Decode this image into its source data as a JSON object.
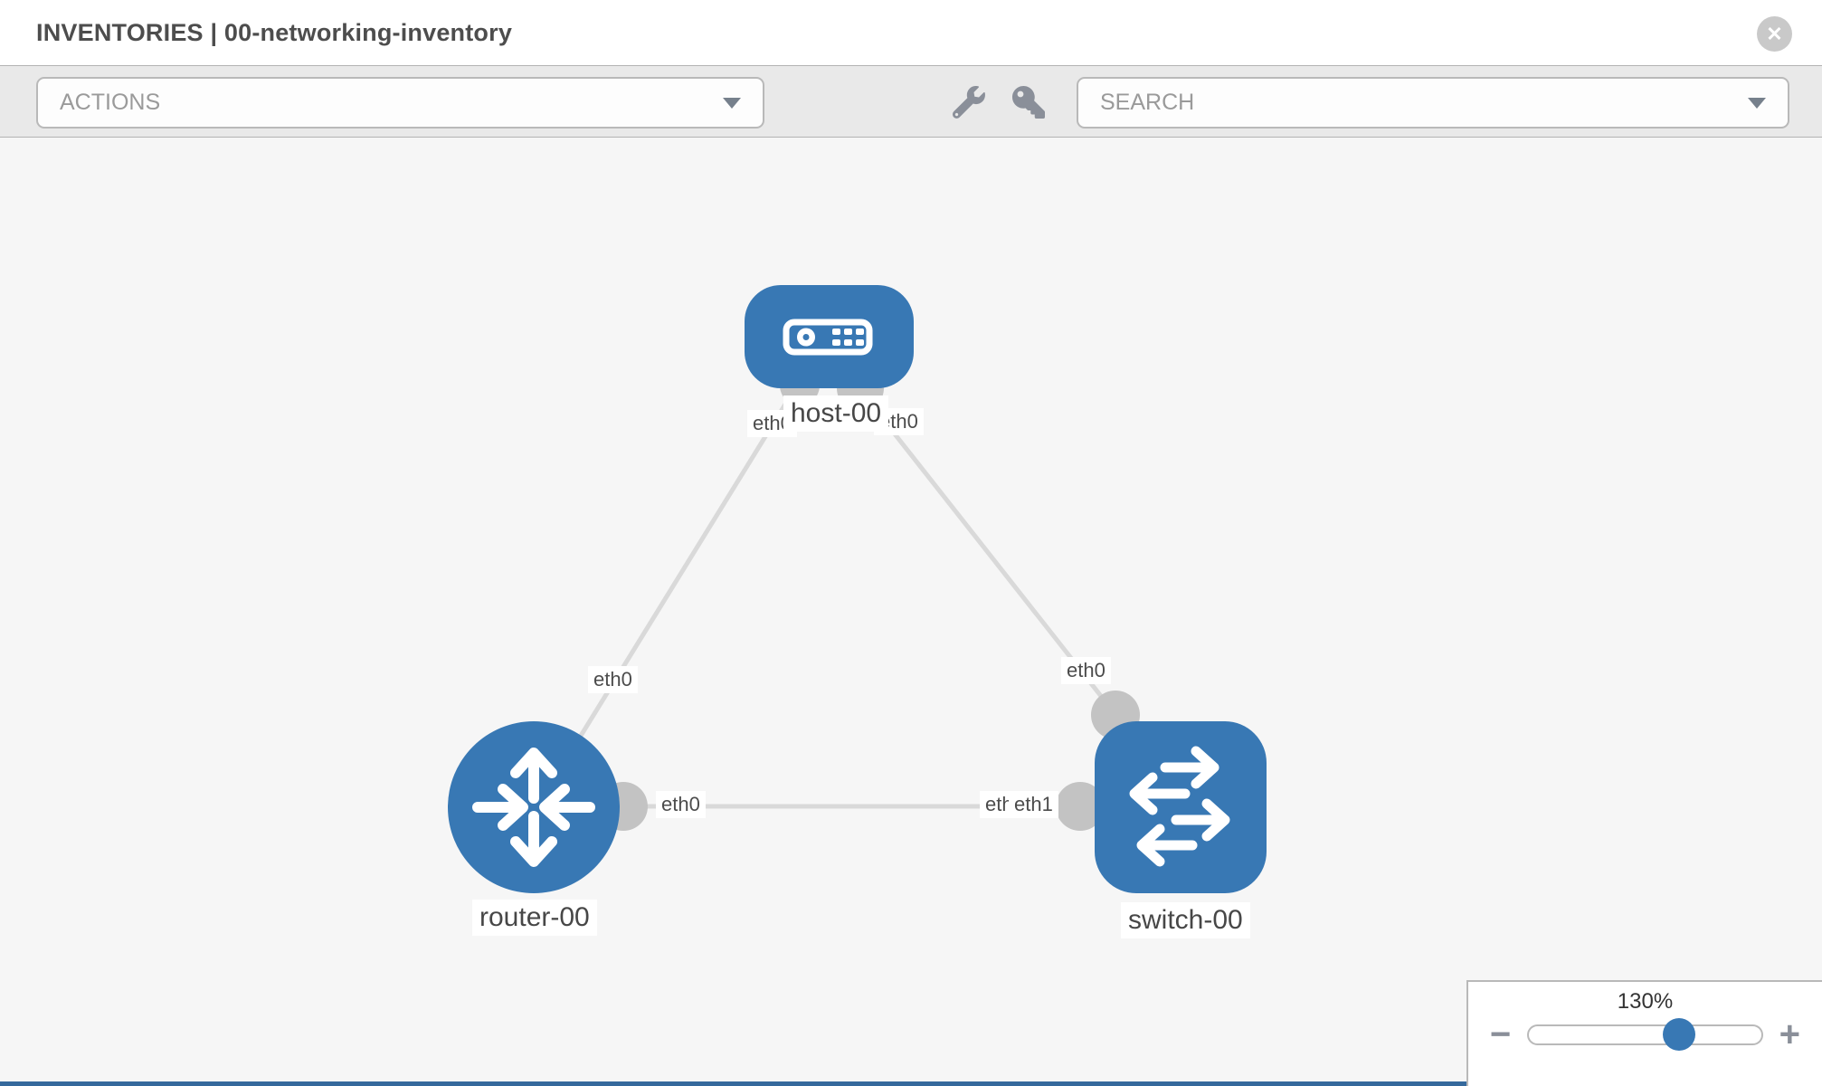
{
  "header": {
    "title": "INVENTORIES | 00-networking-inventory",
    "close_glyph": "✕"
  },
  "toolbar": {
    "actions_placeholder": "ACTIONS",
    "search_placeholder": "SEARCH",
    "icon_buttons": [
      "wrench-icon",
      "key-icon"
    ]
  },
  "topology": {
    "nodes": [
      {
        "id": "host-00",
        "type": "host",
        "label": "host-00"
      },
      {
        "id": "router-00",
        "type": "router",
        "label": "router-00"
      },
      {
        "id": "switch-00",
        "type": "switch",
        "label": "switch-00"
      }
    ],
    "links": [
      {
        "from": "host-00",
        "from_port": "eth0",
        "to": "router-00",
        "to_port": "eth0"
      },
      {
        "from": "host-00",
        "from_port": "eth0",
        "to": "switch-00",
        "to_port": "eth0"
      },
      {
        "from": "router-00",
        "from_port": "eth0",
        "to": "switch-00",
        "to_port": "eth1",
        "to_port_overlapped": "eth0"
      }
    ]
  },
  "zoom_control": {
    "value": "130%",
    "percent": 64.5,
    "minus_glyph": "−",
    "plus_glyph": "+"
  },
  "colors": {
    "node_fill": "#3878b4",
    "link": "#d9d9d9",
    "connector": "#c3c3c3",
    "canvas_bg": "#f6f6f6",
    "toolbar_bg": "#e9e9e9",
    "accent_strip": "#35699c"
  }
}
